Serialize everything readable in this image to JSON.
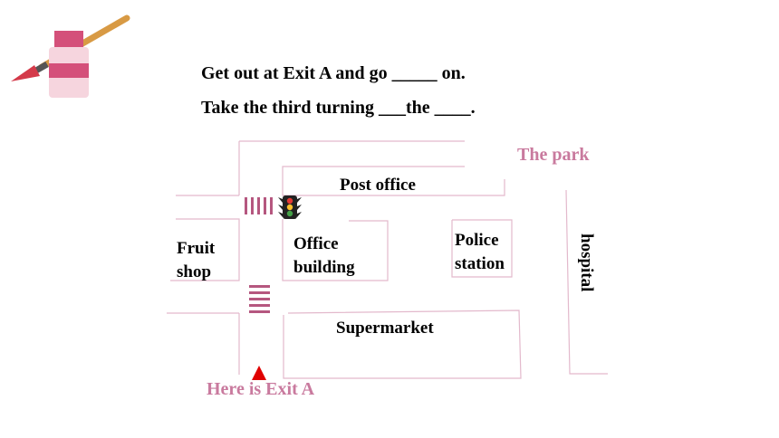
{
  "instructions": {
    "line1": "Get out at Exit A and go _____ on.",
    "line2": "Take the third turning ___the ____."
  },
  "map": {
    "the_park": "The park",
    "post_office": "Post office",
    "fruit_shop_line1": "Fruit",
    "fruit_shop_line2": "shop",
    "office_line1": "Office",
    "office_line2": "building",
    "police_line1": "Police",
    "police_line2": "station",
    "hospital": "hospital",
    "supermarket": "Supermarket",
    "exit_a": "Here is Exit A"
  },
  "icons": {
    "paint_bottle": "paint-bottle-with-brush-icon",
    "traffic_light": "traffic-light-icon",
    "crosswalk_horizontal": "crosswalk-icon",
    "crosswalk_vertical": "crosswalk-icon",
    "exit_marker": "red-triangle-marker-icon"
  },
  "colors": {
    "pink_text": "#c97a9e",
    "map_lines": "#e3b9cc",
    "crosswalk": "#b5577f",
    "exit_marker": "#e00000"
  }
}
